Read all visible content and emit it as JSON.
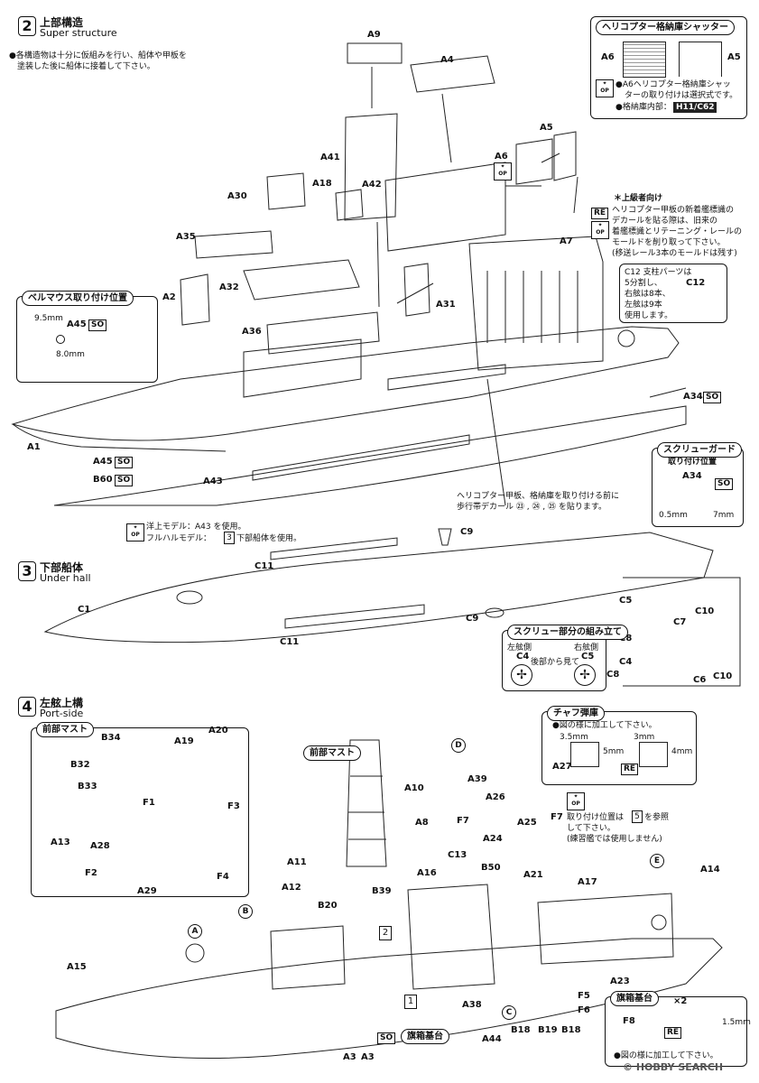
{
  "step2": {
    "num": "2",
    "title_jp": "上部構造",
    "title_en": "Super structure",
    "note_1": "●各構造物は十分に仮組みを行い、船体や甲板を",
    "note_2": "塗装した後に船体に接着して下さい。",
    "parts": {
      "A9": "A9",
      "A4": "A4",
      "A41": "A41",
      "A42": "A42",
      "A18": "A18",
      "A30": "A30",
      "A35": "A35",
      "A2": "A2",
      "A32": "A32",
      "A36": "A36",
      "A31": "A31",
      "A7": "A7",
      "A5": "A5",
      "A6": "A6",
      "A1": "A1",
      "A43": "A43",
      "A45": "A45",
      "B60": "B60",
      "A34": "A34"
    },
    "shutter_box": {
      "title": "ヘリコプター格納庫シャッター",
      "a6": "A6",
      "a5": "A5",
      "note_1": "●A6ヘリコプター格納庫シャッ",
      "note_2": "ターの取り付けは選択式です。",
      "note_3": "●格納庫内部：",
      "color_code": "H11/C62"
    },
    "veteran": {
      "title": "＊上級者向け",
      "line1": "ヘリコプター甲板の新着艦標識の",
      "line2": "デカールを貼る際は、旧来の",
      "line3": "着艦標識とリテーニング・レールの",
      "line4": "モールドを削り取って下さい。",
      "line5": "(移送レール3本のモールドは残す)"
    },
    "c12_note": {
      "line1": "C12 支柱パーツは",
      "line2": "5分割し、",
      "line3": "右舷は8本、",
      "line4": "左舷は9本",
      "line5": "使用します。",
      "label": "C12"
    },
    "bellmouth": {
      "title": "ベルマウス取り付け位置",
      "dim1": "9.5mm",
      "dim2": "8.0mm",
      "part": "A45"
    },
    "screw_guard": {
      "title_1": "スクリューガード",
      "title_2": "取り付け位置",
      "part": "A34",
      "dim1": "0.5mm",
      "dim2": "7mm"
    },
    "heli_note_1": "ヘリコプター甲板、格納庫を取り付ける前に",
    "heli_note_2": "歩行帯デカール ㉓ , ㉔ , ㉕ を貼ります。",
    "model_note_1": "洋上モデル：A43 を使用。",
    "model_note_2": "フルハルモデル：",
    "model_note_2b": "下部船体を使用。",
    "model_note_ref": "3",
    "so": "SO",
    "re": "RE",
    "op": "OP"
  },
  "step3": {
    "num": "3",
    "title_jp": "下部船体",
    "title_en": "Under hall",
    "parts": {
      "C1": "C1",
      "C9": "C9",
      "C11": "C11",
      "C5": "C5",
      "C10": "C10",
      "C7": "C7",
      "C8": "C8",
      "C4": "C4",
      "C6": "C6"
    },
    "screw_box": {
      "title": "スクリュー部分の組み立て",
      "left": "左舷側",
      "right": "右舷側",
      "left_part": "C4",
      "right_part": "C5",
      "view": "後部から見て"
    }
  },
  "step4": {
    "num": "4",
    "title_jp": "左舷上構",
    "title_en": "Port-side",
    "parts": {
      "B34": "B34",
      "A19": "A19",
      "A20": "A20",
      "B32": "B32",
      "B33": "B33",
      "F1": "F1",
      "F3": "F3",
      "A13": "A13",
      "A28": "A28",
      "F2": "F2",
      "F4": "F4",
      "A29": "A29",
      "A10": "A10",
      "A8": "A8",
      "A39": "A39",
      "A26": "A26",
      "F7": "F7",
      "A25": "A25",
      "A24": "A24",
      "C13": "C13",
      "A16": "A16",
      "B50": "B50",
      "A21": "A21",
      "A17": "A17",
      "A11": "A11",
      "A12": "A12",
      "B39": "B39",
      "B20": "B20",
      "A14": "A14",
      "A15": "A15",
      "A23": "A23",
      "F5": "F5",
      "F6": "F6",
      "A38": "A38",
      "A44": "A44",
      "B18": "B18",
      "B19": "B19",
      "B18b": "B18",
      "A3": "A3",
      "A3b": "A3",
      "A27": "A27"
    },
    "fore_mast_box_title": "前部マスト",
    "fore_mast_label": "前部マスト",
    "chaff": {
      "title": "チャフ弾庫",
      "note": "●図の様に加工して下さい。",
      "d1": "3.5mm",
      "d2": "3mm",
      "d3": "5mm",
      "d4": "4mm"
    },
    "f7_note": {
      "line1": "取り付け位置は",
      "ref": "5",
      "line1b": "を参照",
      "line2": "して下さい。",
      "line3": "(練習艦では使用しません)"
    },
    "flag_box": {
      "title": "旗箱基台",
      "qty": "×2",
      "part": "F8",
      "dim": "1.5mm",
      "note": "●図の様に加工して下さい。"
    },
    "flag_base_label": "旗箱基台",
    "circles": {
      "A": "A",
      "B": "B",
      "C": "C",
      "D": "D",
      "E": "E"
    },
    "refs": {
      "r1": "1",
      "r2": "2"
    }
  },
  "watermark": "© HOBBY SEARCH"
}
